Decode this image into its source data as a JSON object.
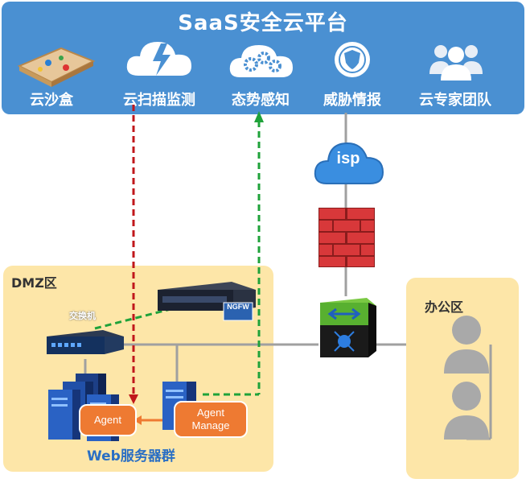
{
  "banner": {
    "title": "SaaS安全云平台",
    "services": [
      {
        "label": "云沙盒",
        "icon": "sandbox-icon"
      },
      {
        "label": "云扫描监测",
        "icon": "cloud-lightning-icon"
      },
      {
        "label": "态势感知",
        "icon": "cloud-gears-icon"
      },
      {
        "label": "威胁情报",
        "icon": "globe-shield-icon"
      },
      {
        "label": "云专家团队",
        "icon": "team-icon"
      }
    ]
  },
  "network": {
    "isp_label": "isp",
    "ngfw_label": "NGFW",
    "switch_label": "交换机"
  },
  "dmz": {
    "label": "DMZ区",
    "agent_label": "Agent",
    "agent_manage_label": "Agent\nManage",
    "web_group_label": "Web服务器群"
  },
  "office": {
    "label": "办公区"
  },
  "colors": {
    "banner": "#4a90d2",
    "zone": "#fde6a8",
    "agent": "#ee7a32",
    "red_dashed": "#c0171b",
    "green_dashed": "#1fa23a"
  }
}
